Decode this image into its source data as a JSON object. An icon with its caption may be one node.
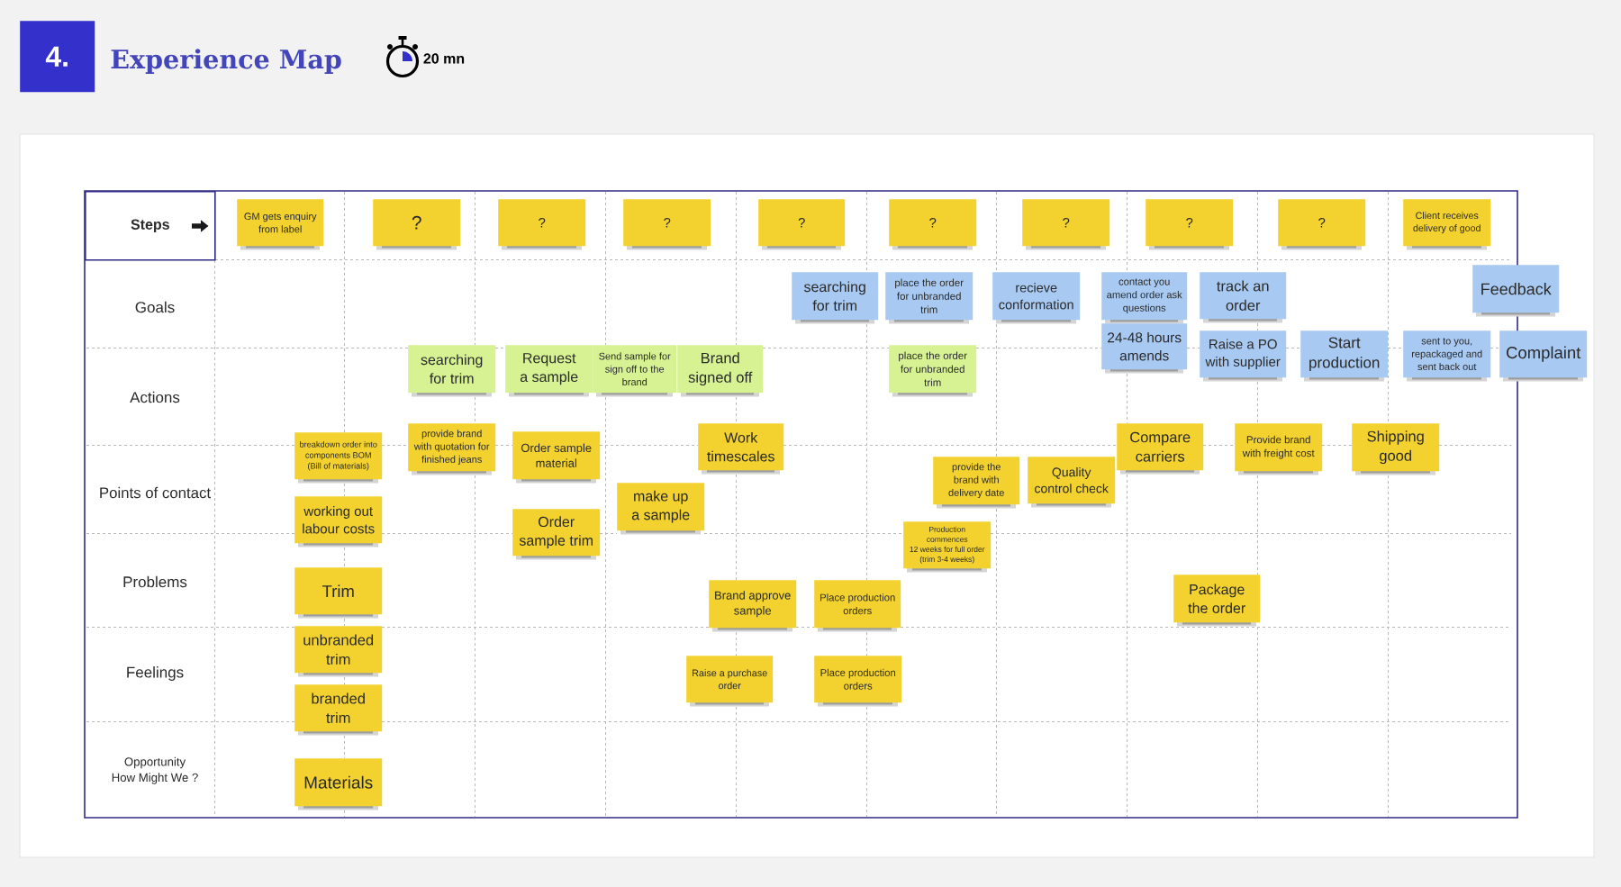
{
  "diagram": {
    "title": "Experience Map",
    "nodes": [
      {
        "text": [
          "4."
        ]
      },
      {
        "text": [
          "Steps"
        ]
      },
      {
        "text": [
          "GM gets enquiry from label"
        ]
      },
      {
        "text": [
          "?"
        ]
      },
      {
        "text": [
          "?"
        ]
      },
      {
        "text": [
          "?"
        ]
      },
      {
        "text": [
          "?"
        ]
      },
      {
        "text": [
          "?"
        ]
      },
      {
        "text": [
          "?"
        ]
      },
      {
        "text": [
          "?"
        ]
      },
      {
        "text": [
          "?"
        ]
      },
      {
        "text": [
          "Client receives delivery of good"
        ]
      },
      {
        "text": [
          "searching for trim"
        ]
      },
      {
        "text": [
          "place the order for unbranded trim"
        ]
      },
      {
        "text": [
          "recieve conformation"
        ]
      },
      {
        "text": [
          "contact you amend order ask questions"
        ]
      },
      {
        "text": [
          "track an order"
        ]
      },
      {
        "text": [
          "Feedback"
        ]
      },
      {
        "text": [
          "24-48 hours amends"
        ]
      },
      {
        "text": [
          "Raise a PO with supplier"
        ]
      },
      {
        "text": [
          "Start production"
        ]
      },
      {
        "text": [
          "sent to you, repackaged and sent back out"
        ]
      },
      {
        "text": [
          "Complaint"
        ]
      },
      {
        "text": [
          "searching for trim"
        ]
      },
      {
        "text": [
          "Request a sample"
        ]
      },
      {
        "text": [
          "Send sample for sign off to the brand"
        ]
      },
      {
        "text": [
          "Brand signed off"
        ]
      },
      {
        "text": [
          "place the order for unbranded trim"
        ]
      },
      {
        "text": [
          "breakdown order into components BOM (Bill of materials)"
        ]
      },
      {
        "text": [
          "provide brand with quotation for finished jeans"
        ]
      },
      {
        "text": [
          "Order sample material"
        ]
      },
      {
        "text": [
          "Work timescales"
        ]
      },
      {
        "text": [
          "Compare carriers"
        ]
      },
      {
        "text": [
          "Provide brand with freight cost"
        ]
      },
      {
        "text": [
          "Shipping good"
        ]
      },
      {
        "text": [
          "provide the brand with delivery date"
        ]
      },
      {
        "text": [
          "Quality control check"
        ]
      },
      {
        "text": [
          "working out labour costs"
        ]
      },
      {
        "text": [
          "make up a sample"
        ]
      },
      {
        "text": [
          "Order sample trim"
        ]
      },
      {
        "text": [
          "Production commences",
          "12 weeks for full order (trim 3-4 weeks)"
        ]
      },
      {
        "text": [
          "Trim"
        ]
      },
      {
        "text": [
          "Package the order"
        ]
      },
      {
        "text": [
          "Brand approve sample"
        ]
      },
      {
        "text": [
          "Place production orders"
        ]
      },
      {
        "text": [
          "unbranded trim"
        ]
      },
      {
        "text": [
          "Raise a purchase order"
        ]
      },
      {
        "text": [
          "Place production orders"
        ]
      },
      {
        "text": [
          "branded trim"
        ]
      },
      {
        "text": [
          "Materials"
        ]
      }
    ],
    "labels": [
      "20 mn",
      "Goals",
      "Actions",
      "Points of contact",
      "Problems",
      "Feelings",
      "Opportunity",
      "How Might We ?"
    ]
  }
}
